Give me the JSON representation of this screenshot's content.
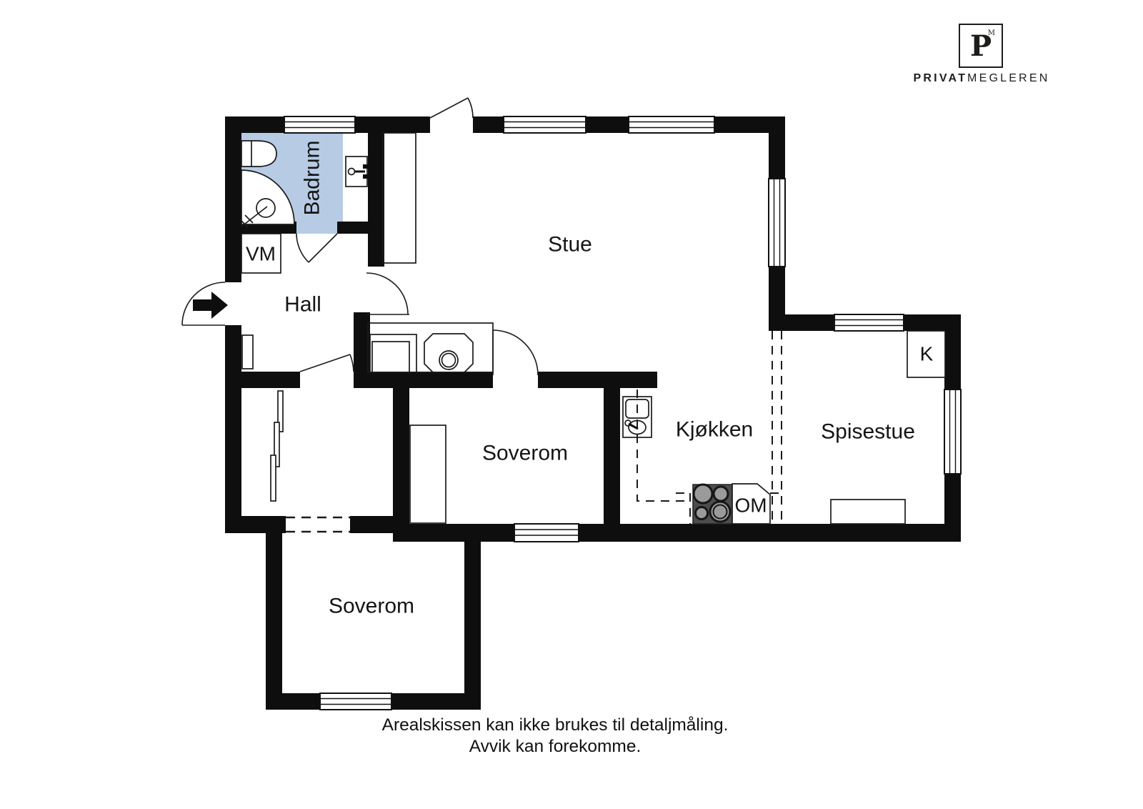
{
  "brand": {
    "symbol": "P",
    "symbol_mark": "M",
    "name_bold": "PRIVAT",
    "name_rest": "MEGLEREN"
  },
  "rooms": {
    "badrum": {
      "label": "Badrum"
    },
    "hall": {
      "label": "Hall"
    },
    "stue": {
      "label": "Stue"
    },
    "kjokken": {
      "label": "Kjøkken"
    },
    "spisestue": {
      "label": "Spisestue"
    },
    "soverom_mid": {
      "label": "Soverom"
    },
    "soverom_bottom": {
      "label": "Soverom"
    }
  },
  "appliances": {
    "washing_machine": "VM",
    "oven": "OM",
    "fridge": "K"
  },
  "disclaimer": {
    "line1": "Arealskissen kan ikke brukes til detaljmåling.",
    "line2": "Avvik kan forekomme."
  },
  "colors": {
    "wall": "#0e0e0e",
    "bathroom_fill": "#b7cbe4",
    "stove_body": "#4d4d4d",
    "stove_burner": "#9a9a9a"
  }
}
